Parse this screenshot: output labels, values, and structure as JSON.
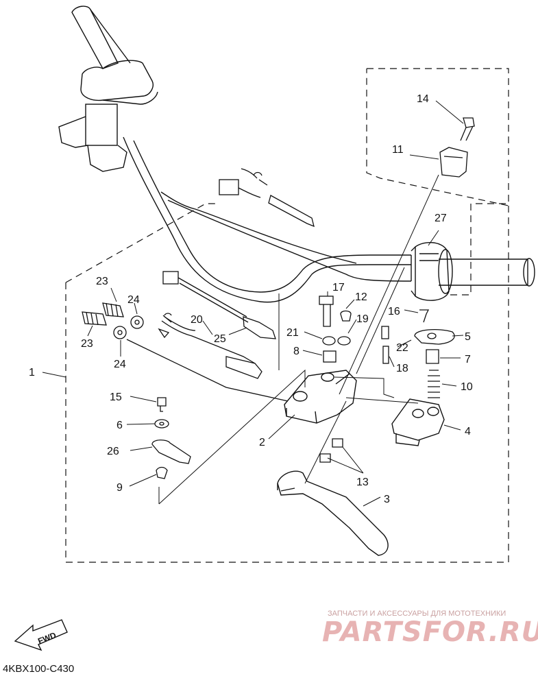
{
  "callouts": [
    "1",
    "2",
    "3",
    "4",
    "5",
    "6",
    "7",
    "8",
    "9",
    "10",
    "11",
    "12",
    "13",
    "14",
    "15",
    "16",
    "17",
    "18",
    "19",
    "20",
    "21",
    "22",
    "23",
    "23",
    "24",
    "24",
    "25",
    "26",
    "27"
  ],
  "diagram_code": "4KBX100-C430",
  "fwd_label": "FWD",
  "watermark": {
    "tagline": "ЗАПЧАСТИ И АКСЕССУАРЫ ДЛЯ МОТОТЕХНИКИ",
    "logo": "PARTSFOR.RU"
  },
  "colors": {
    "line": "#111111",
    "watermark": "#e7b3b3"
  }
}
